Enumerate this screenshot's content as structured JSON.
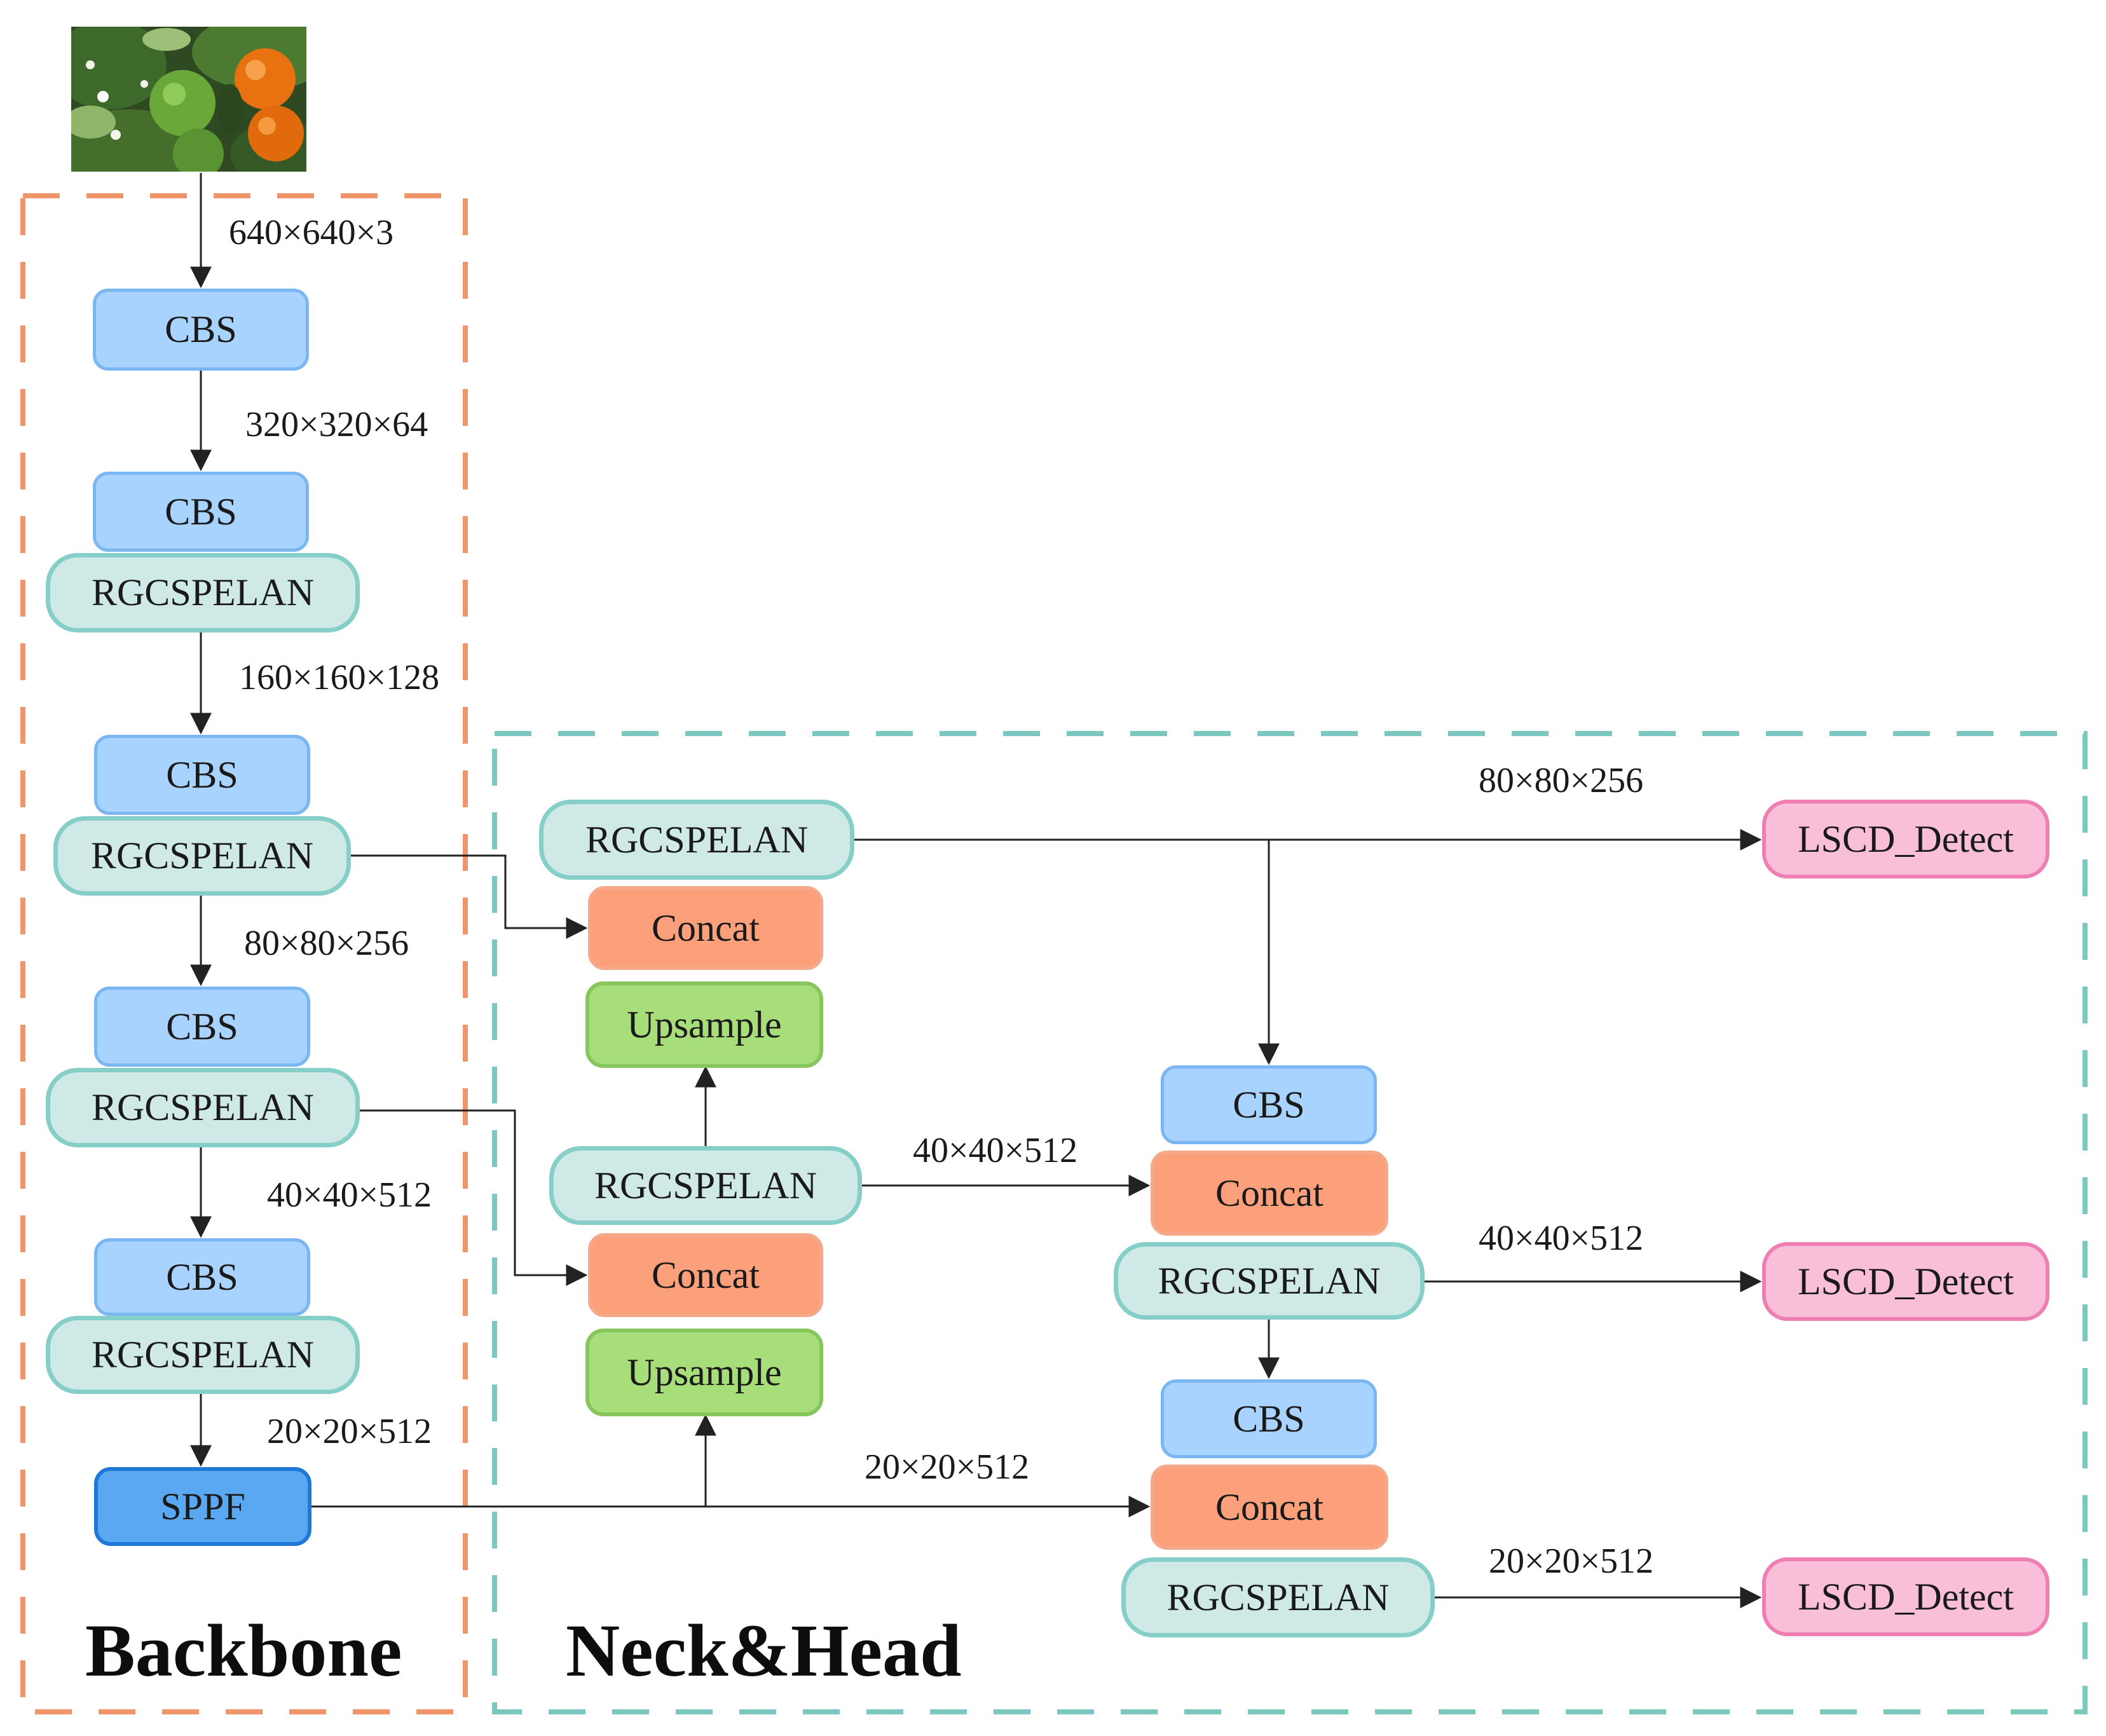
{
  "sections": {
    "backbone": "Backbone",
    "neck_head": "Neck&Head"
  },
  "colors": {
    "backbone_dash": "#f0956a",
    "neck_dash": "#7cc7c0",
    "cbs": "#a8d3ff",
    "rgcspelan": "#cfe9e6",
    "concat": "#fba07b",
    "upsample": "#a8de7a",
    "sppf": "#5aa7f2",
    "lscd_detect": "#f9bfd9"
  },
  "input_image": {
    "icon": "citrus-fruit-photo"
  },
  "backbone": {
    "input_size": "640×640×3",
    "cbs1": "CBS",
    "size1": "320×320×64",
    "cbs2": "CBS",
    "rg1": "RGCSPELAN",
    "size2": "160×160×128",
    "cbs3": "CBS",
    "rg2": "RGCSPELAN",
    "size3": "80×80×256",
    "cbs4": "CBS",
    "rg3": "RGCSPELAN",
    "size4": "40×40×512",
    "cbs5": "CBS",
    "rg4": "RGCSPELAN",
    "size5": "20×20×512",
    "sppf": "SPPF"
  },
  "neck": {
    "rg_top": "RGCSPELAN",
    "concat_top": "Concat",
    "ups_top": "Upsample",
    "rg_mid": "RGCSPELAN",
    "concat_mid": "Concat",
    "ups_bottom": "Upsample",
    "label_mid_link": "40×40×512",
    "label_bottom_link": "20×20×512"
  },
  "head": {
    "cbs_a": "CBS",
    "concat_a": "Concat",
    "rg_a": "RGCSPELAN",
    "cbs_b": "CBS",
    "concat_b": "Concat",
    "rg_b": "RGCSPELAN",
    "label_top_out": "80×80×256",
    "label_mid_out": "40×40×512",
    "label_bottom_out": "20×20×512",
    "detect1": "LSCD_Detect",
    "detect2": "LSCD_Detect",
    "detect3": "LSCD_Detect"
  }
}
